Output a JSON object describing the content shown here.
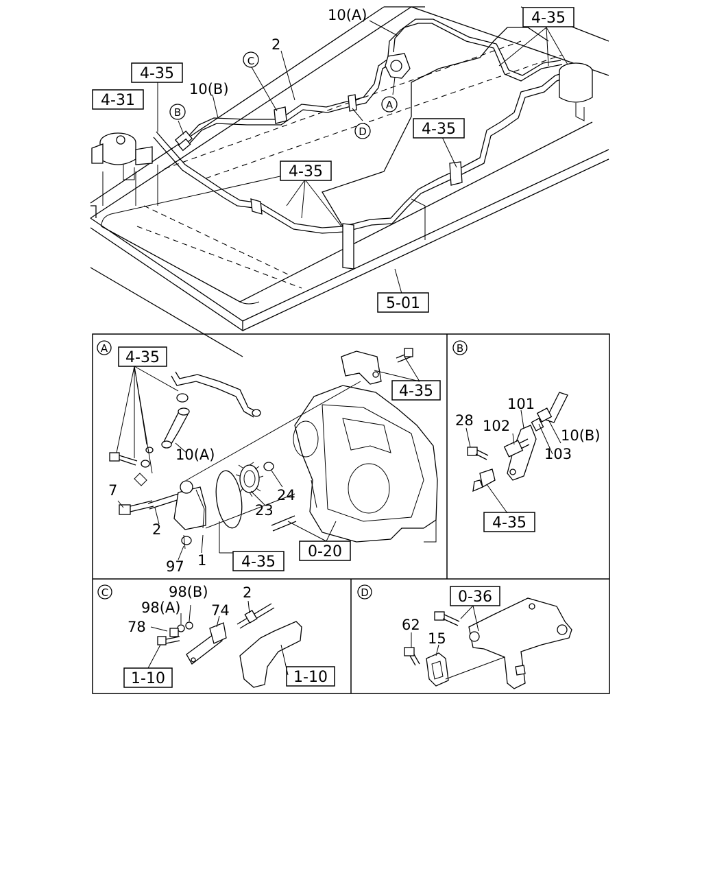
{
  "main": {
    "labels": {
      "pipe_a": "10(A)",
      "pipe_b": "10(B)",
      "pipe_2": "2",
      "callout_a": "A",
      "callout_b": "B",
      "callout_c": "C",
      "callout_d": "D"
    },
    "refs": {
      "reservoir_right": "4-35",
      "master_left_top": "4-35",
      "master_left": "4-31",
      "frame_mid_right": "4-35",
      "frame_mid": "4-35",
      "frame": "5-01"
    }
  },
  "detail_a": {
    "marker": "A",
    "refs": {
      "top_left": "4-35",
      "top_right": "4-35",
      "bottom_mid": "4-35",
      "bottom_right": "0-20"
    },
    "labels": {
      "pipe": "10(A)",
      "p7": "7",
      "p2": "2",
      "p97": "97",
      "p1": "1",
      "p23": "23",
      "p24": "24"
    }
  },
  "detail_b": {
    "marker": "B",
    "refs": {
      "bottom": "4-35"
    },
    "labels": {
      "p28": "28",
      "p102": "102",
      "p101": "101",
      "p103": "103",
      "pipe": "10(B)"
    }
  },
  "detail_c": {
    "marker": "C",
    "refs": {
      "left": "1-10",
      "right": "1-10"
    },
    "labels": {
      "p98b": "98(B)",
      "p2": "2",
      "p98a": "98(A)",
      "p74": "74",
      "p78": "78"
    }
  },
  "detail_d": {
    "marker": "D",
    "refs": {
      "top": "0-36"
    },
    "labels": {
      "p62": "62",
      "p15": "15"
    }
  }
}
